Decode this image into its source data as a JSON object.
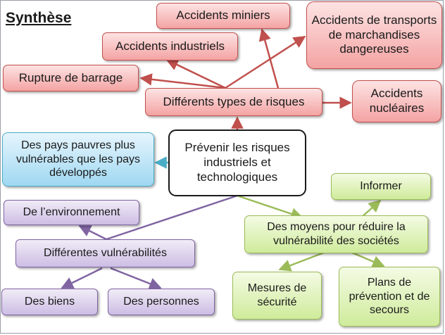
{
  "title": "Synthèse",
  "center": "Prévenir les risques industriels et technologiques",
  "risks": {
    "heading": "Différents types de risques",
    "miniers": "Accidents miniers",
    "industriels": "Accidents industriels",
    "transport": "Accidents de transports de marchandises dangereuses",
    "barrage": "Rupture de barrage",
    "nucleaires": "Accidents nucléaires"
  },
  "pays": "Des pays pauvres plus vulnérables que les pays développés",
  "vulnerabilites": {
    "heading": "Différentes vulnérabilités",
    "environnement": "De l’environnement",
    "biens": "Des biens",
    "personnes": "Des personnes"
  },
  "moyens": {
    "heading": "Des moyens pour réduire la vulnérabilité des sociétés",
    "informer": "Informer",
    "mesures": "Mesures de sécurité",
    "plans": "Plans de prévention et de secours"
  },
  "colors": {
    "red": "#c0504d",
    "blue": "#4bacc6",
    "green": "#9bbb59",
    "purple": "#8064a2"
  }
}
